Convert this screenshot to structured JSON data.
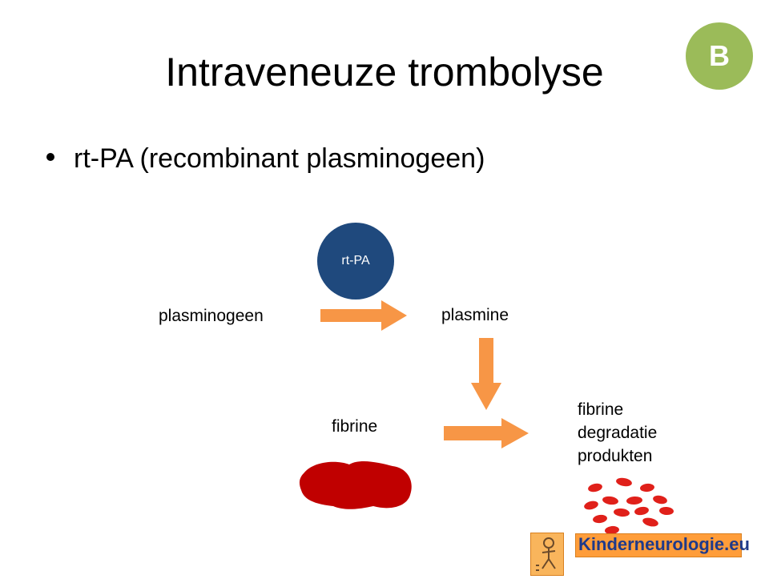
{
  "slide": {
    "title": "Intraveneuze trombolyse",
    "badge": "B",
    "bullet": "rt-PA (recombinant plasminogeen)"
  },
  "diagram": {
    "enzyme": "rt-PA",
    "substrate": "plasminogeen",
    "product": "plasmine",
    "target": "fibrine",
    "result_lines": [
      "fibrine",
      "degradatie",
      "produkten"
    ]
  },
  "logo": {
    "text": "Kinderneurologie.eu"
  },
  "colors": {
    "badge": "#9bbb59",
    "enzyme_circle": "#1f497d",
    "arrow": "#f79646",
    "clot": "#c00000",
    "fragments": "#e0201a",
    "logo_bg": "#ff9d3a",
    "logo_text": "#1f3a8a"
  }
}
